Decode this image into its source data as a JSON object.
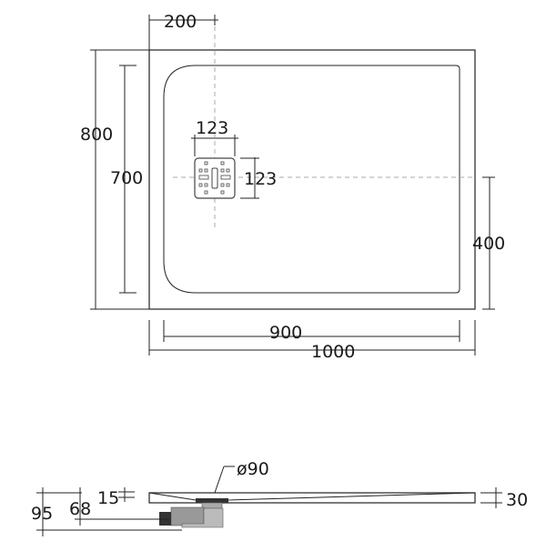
{
  "plan_view": {
    "dim_offset_top": "200",
    "dim_total_height": "800",
    "dim_inner_height": "700",
    "dim_drain_width": "123",
    "dim_drain_height": "123",
    "dim_drain_to_edge": "400",
    "dim_inner_width": "900",
    "dim_total_width": "1000"
  },
  "side_view": {
    "dim_waste_diameter": "ø90",
    "dim_tray_thickness": "30",
    "dim_edge_thickness": "15",
    "dim_outlet_height": "68",
    "dim_total_depth": "95"
  },
  "colors": {
    "line": "#222222",
    "waste_dark": "#333333",
    "waste_grey": "#999999"
  }
}
